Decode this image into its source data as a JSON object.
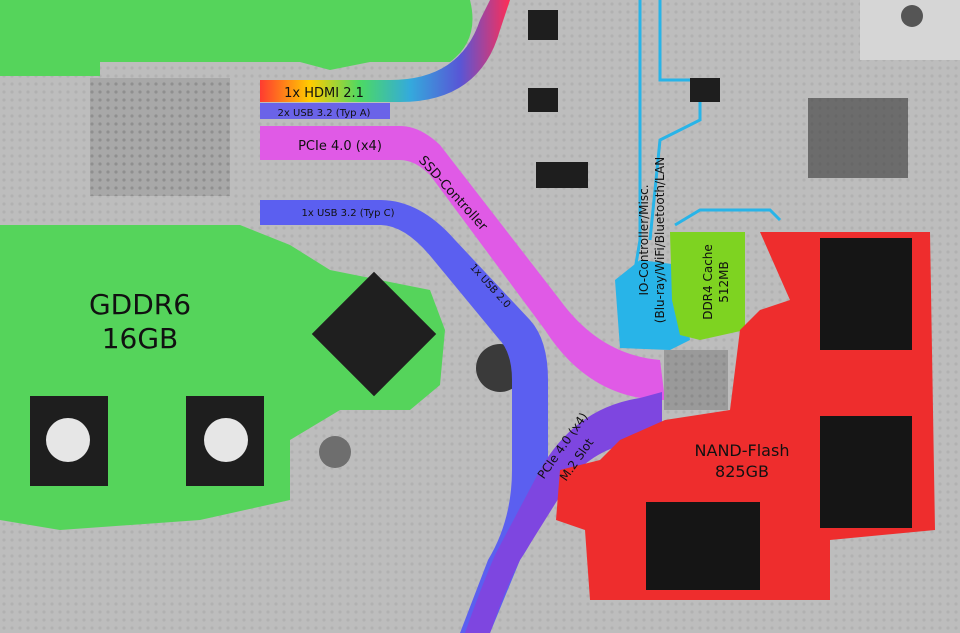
{
  "colors": {
    "board": "#b9b9b9",
    "gddr": "#55d45b",
    "nand": "#ee2d2d",
    "ddr4": "#7ed321",
    "io": "#28b4e8",
    "pcie": "#e05ae6",
    "usb": "#6a63e8",
    "m2": "#7e46e0",
    "chip": "#1a1a1a"
  },
  "labels": {
    "gddr_line1": "GDDR6",
    "gddr_line2": "16GB",
    "nand_line1": "NAND-Flash",
    "nand_line2": "825GB",
    "ddr4_line1": "DDR4 Cache",
    "ddr4_line2": "512MB",
    "io_line1": "IO-Controller/Misc.",
    "io_line2": "(Blu-ray/WiFi/Bluetooth/LAN",
    "hdmi": "1x HDMI 2.1",
    "usb_a": "2x USB 3.2 (Typ A)",
    "pcie": "PCIe 4.0 (x4)",
    "ssd": "SSD-Controller",
    "usb_c": "1x USB 3.2 (Typ C)",
    "usb2": "1x USB 2.0",
    "m2_line1": "PCIe 4.0 (x4)",
    "m2_line2": "M.2 Slot"
  }
}
